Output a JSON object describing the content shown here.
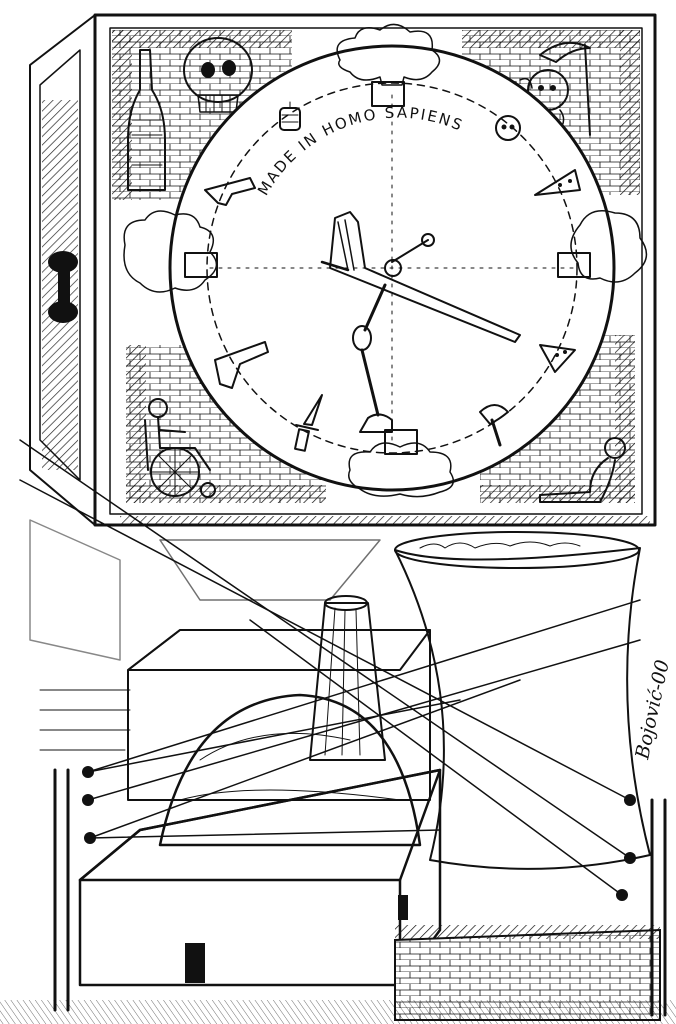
{
  "clock": {
    "inscription": "MADE IN HOMO SAPIENS"
  },
  "artist": {
    "signature": "Bojović-00"
  },
  "icons": {
    "center": "crutch-and-leg-bone-hands",
    "markers": [
      "mushroom-cloud-icon",
      "pistol-icon",
      "dagger-icon",
      "axe-icon",
      "cheese-wedge-icon",
      "grenade-icon",
      "skull-icon"
    ],
    "corners": [
      "skull-and-bottle",
      "grim-reaper",
      "wheelchair-figure",
      "seated-figure"
    ]
  },
  "colors": {
    "ink": "#111111",
    "paper": "#ffffff"
  }
}
